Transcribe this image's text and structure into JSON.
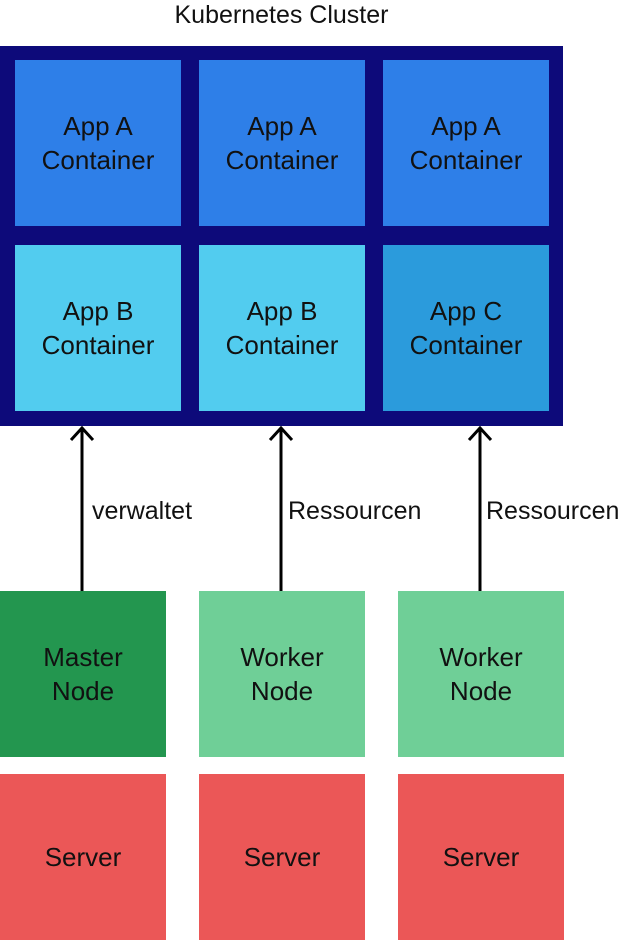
{
  "diagram": {
    "title": "Kubernetes Cluster",
    "colors": {
      "cluster_border": "#0d0a7a",
      "app_a": "#2e7fe8",
      "app_b": "#52ccef",
      "app_c": "#2b9bdc",
      "master_node": "#23964f",
      "worker_node": "#6fcf97",
      "server": "#eb5757"
    },
    "containers": [
      {
        "line1": "App A",
        "line2": "Container",
        "color": "app_a"
      },
      {
        "line1": "App A",
        "line2": "Container",
        "color": "app_a"
      },
      {
        "line1": "App A",
        "line2": "Container",
        "color": "app_a"
      },
      {
        "line1": "App B",
        "line2": "Container",
        "color": "app_b"
      },
      {
        "line1": "App B",
        "line2": "Container",
        "color": "app_b"
      },
      {
        "line1": "App C",
        "line2": "Container",
        "color": "app_c"
      }
    ],
    "arrows": [
      {
        "label": "verwaltet"
      },
      {
        "label": "Ressourcen"
      },
      {
        "label": "Ressourcen"
      }
    ],
    "nodes": [
      {
        "line1": "Master",
        "line2": "Node",
        "color": "master_node"
      },
      {
        "line1": "Worker",
        "line2": "Node",
        "color": "worker_node"
      },
      {
        "line1": "Worker",
        "line2": "Node",
        "color": "worker_node"
      }
    ],
    "servers": [
      {
        "label": "Server"
      },
      {
        "label": "Server"
      },
      {
        "label": "Server"
      }
    ]
  }
}
